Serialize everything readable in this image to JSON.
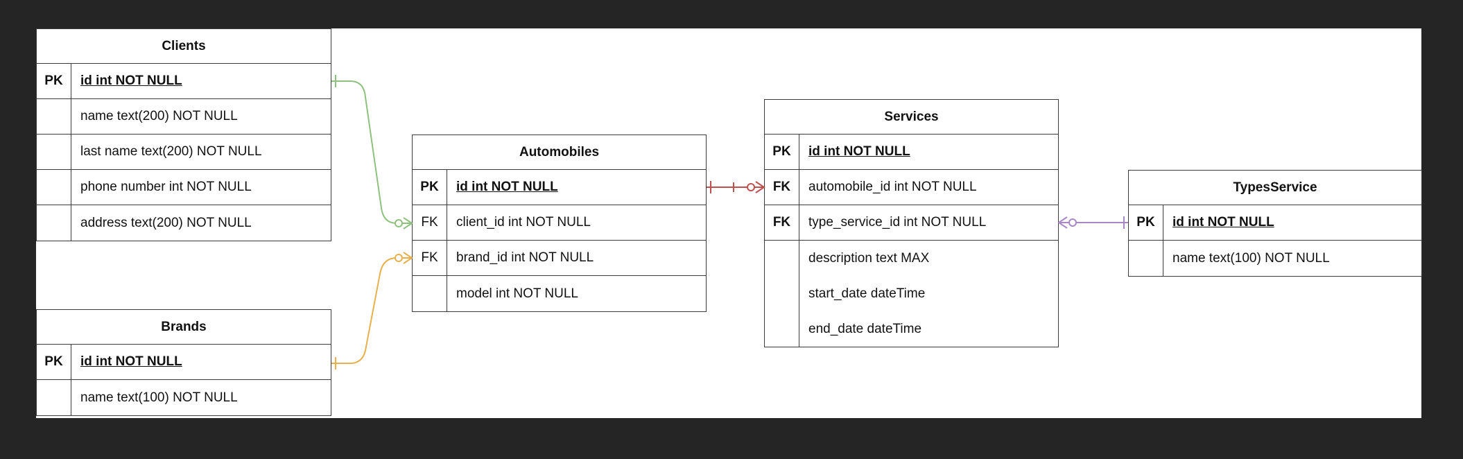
{
  "tables": {
    "clients": {
      "title": "Clients",
      "rows": [
        {
          "key": "PK",
          "field": "id int NOT NULL"
        },
        {
          "key": "",
          "field": "name text(200) NOT NULL"
        },
        {
          "key": "",
          "field": "last name text(200) NOT NULL"
        },
        {
          "key": "",
          "field": "phone number int NOT NULL"
        },
        {
          "key": "",
          "field": "address text(200) NOT NULL"
        }
      ]
    },
    "brands": {
      "title": "Brands",
      "rows": [
        {
          "key": "PK",
          "field": "id int NOT NULL"
        },
        {
          "key": "",
          "field": "name text(100) NOT NULL"
        }
      ]
    },
    "automobiles": {
      "title": "Automobiles",
      "rows": [
        {
          "key": "PK",
          "field": "id int NOT NULL"
        },
        {
          "key": "FK",
          "field": "client_id int NOT NULL"
        },
        {
          "key": "FK",
          "field": "brand_id int NOT NULL"
        },
        {
          "key": "",
          "field": "model int NOT NULL"
        }
      ]
    },
    "services": {
      "title": "Services",
      "rows": [
        {
          "key": "PK",
          "field": "id int NOT NULL"
        },
        {
          "key": "FK",
          "field": "automobile_id int NOT NULL"
        },
        {
          "key": "FK",
          "field": "type_service_id int NOT NULL"
        },
        {
          "key": "",
          "field": "description text MAX"
        },
        {
          "key": "",
          "field": "start_date dateTime"
        },
        {
          "key": "",
          "field": "end_date dateTime"
        }
      ]
    },
    "types_service": {
      "title": "TypesService",
      "rows": [
        {
          "key": "PK",
          "field": "id int NOT NULL"
        },
        {
          "key": "",
          "field": "name text(100) NOT NULL"
        }
      ]
    }
  },
  "relationships": [
    {
      "from": "Clients.id",
      "to": "Automobiles.client_id",
      "color": "#8fc17e"
    },
    {
      "from": "Brands.id",
      "to": "Automobiles.brand_id",
      "color": "#e8b04a"
    },
    {
      "from": "Automobiles.id",
      "to": "Services.automobile_id",
      "color": "#c0504d"
    },
    {
      "from": "TypesService.id",
      "to": "Services.type_service_id",
      "color": "#a987c7"
    }
  ]
}
